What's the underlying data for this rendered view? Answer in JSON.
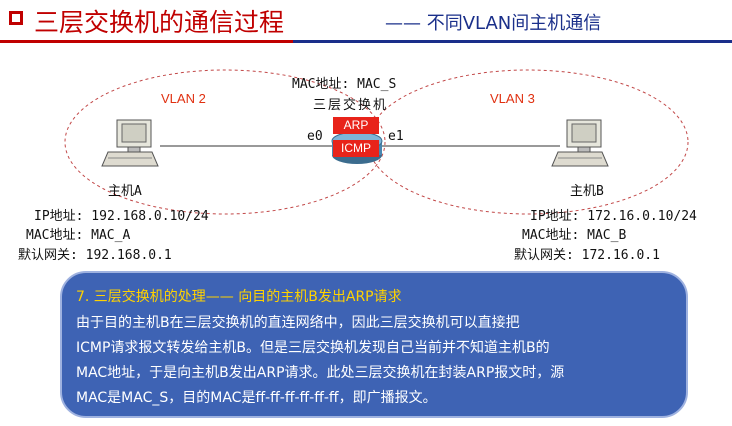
{
  "header": {
    "title": "三层交换机的通信过程",
    "subtitle": "—— 不同VLAN间主机通信"
  },
  "switch": {
    "mac": "MAC地址: MAC_S",
    "name": "三层交换机",
    "port_left": "e0",
    "port_right": "e1",
    "tag_arp": "ARP",
    "tag_icmp": "ICMP"
  },
  "vlans": {
    "left": "VLAN 2",
    "right": "VLAN 3"
  },
  "host_a": {
    "name": "主机A",
    "ip": "IP地址: 192.168.0.10/24",
    "mac": "MAC地址: MAC_A",
    "gateway": "默认网关: 192.168.0.1"
  },
  "host_b": {
    "name": "主机B",
    "ip": "IP地址: 172.16.0.10/24",
    "mac": "MAC地址: MAC_B",
    "gateway": "默认网关: 172.16.0.1"
  },
  "step": {
    "heading": "7.  三层交换机的处理—— 向目的主机B发出ARP请求",
    "lines": [
      "    由于目的主机B在三层交换机的直连网络中，因此三层交换机可以直接把",
      "ICMP请求报文转发给主机B。但是三层交换机发现自己当前并不知道主机B的",
      "MAC地址，于是向主机B发出ARP请求。此处三层交换机在封装ARP报文时，源",
      "MAC是MAC_S，目的MAC是ff-ff-ff-ff-ff-ff，即广播报文。"
    ]
  },
  "colors": {
    "title_red": "#c00000",
    "title_blue": "#1a2f8a",
    "vlan_text": "#e03010",
    "tag_red": "#e8231a",
    "box_blue": "#3e63b4",
    "heading_yellow": "#ffd200"
  }
}
